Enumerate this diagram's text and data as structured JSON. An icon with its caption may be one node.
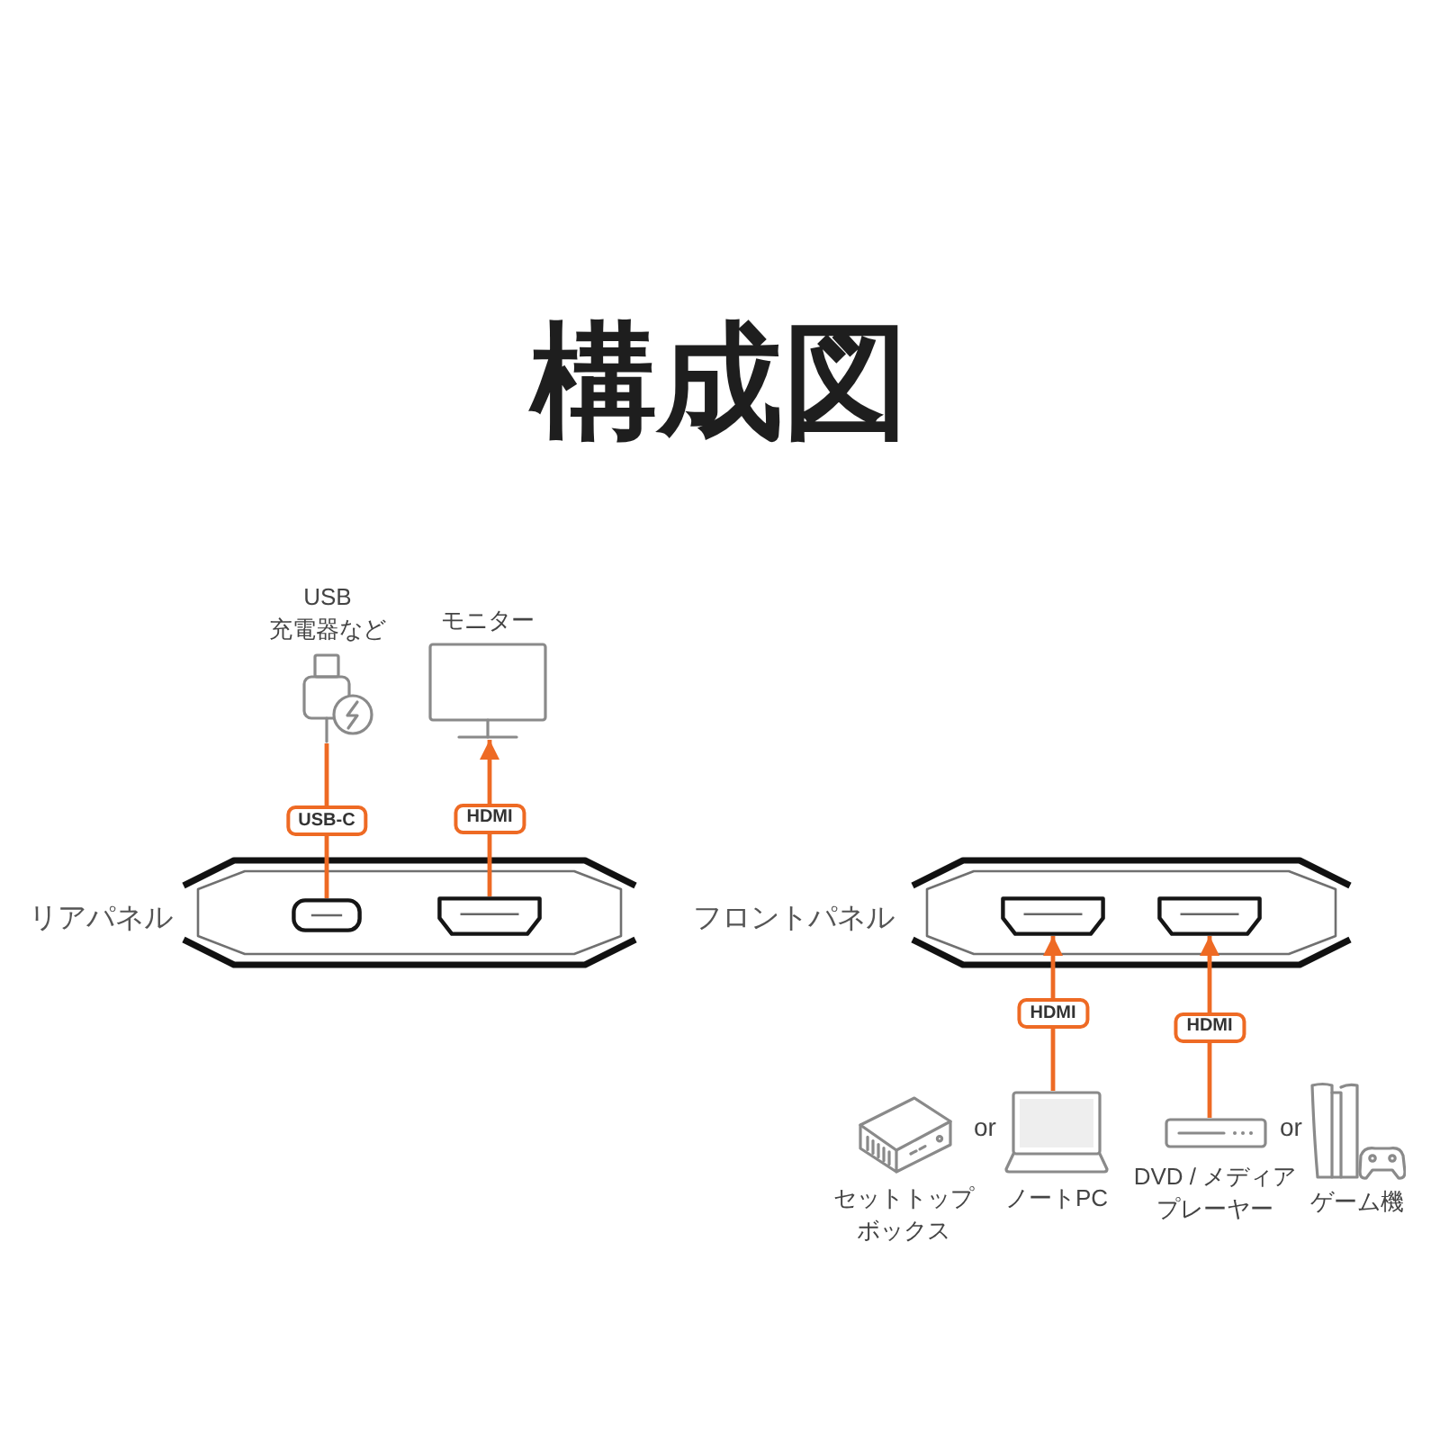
{
  "diagram": {
    "title": "構成図",
    "nodes": [
      {
        "text": [],
        "shape": "picture",
        "beside": [
          "USB 充電器など"
        ]
      },
      {
        "text": [],
        "shape": "picture",
        "beside": [
          "モニター"
        ]
      },
      {
        "text": [
          "リアパネル"
        ]
      },
      {
        "text": [],
        "shape": "box",
        "in": 2
      },
      {
        "text": [],
        "shape": "box",
        "in": 2
      },
      {
        "text": [
          "フロントパネル"
        ]
      },
      {
        "text": [],
        "shape": "box",
        "in": 5
      },
      {
        "text": [],
        "shape": "box",
        "in": 5
      },
      {
        "text": [],
        "shape": "picture",
        "beside": [
          "セットトップボックス"
        ]
      },
      {
        "text": [],
        "shape": "picture",
        "beside": [
          "ノートPC"
        ]
      },
      {
        "text": [],
        "shape": "picture",
        "beside": [
          "DVD / メディアプレーヤー"
        ]
      },
      {
        "text": [],
        "shape": "picture",
        "beside": [
          "ゲーム機"
        ]
      }
    ],
    "edges": [
      {
        "from": 0,
        "to": 3,
        "arrow": "none",
        "label": "USB-C"
      },
      {
        "from": 4,
        "to": 1,
        "arrow": "to",
        "label": "HDMI"
      },
      {
        "from": 9,
        "to": 6,
        "arrow": "to",
        "label": "HDMI"
      },
      {
        "from": 10,
        "to": 7,
        "arrow": "to",
        "label": "HDMI"
      }
    ],
    "labels": [
      "or",
      "or"
    ]
  }
}
